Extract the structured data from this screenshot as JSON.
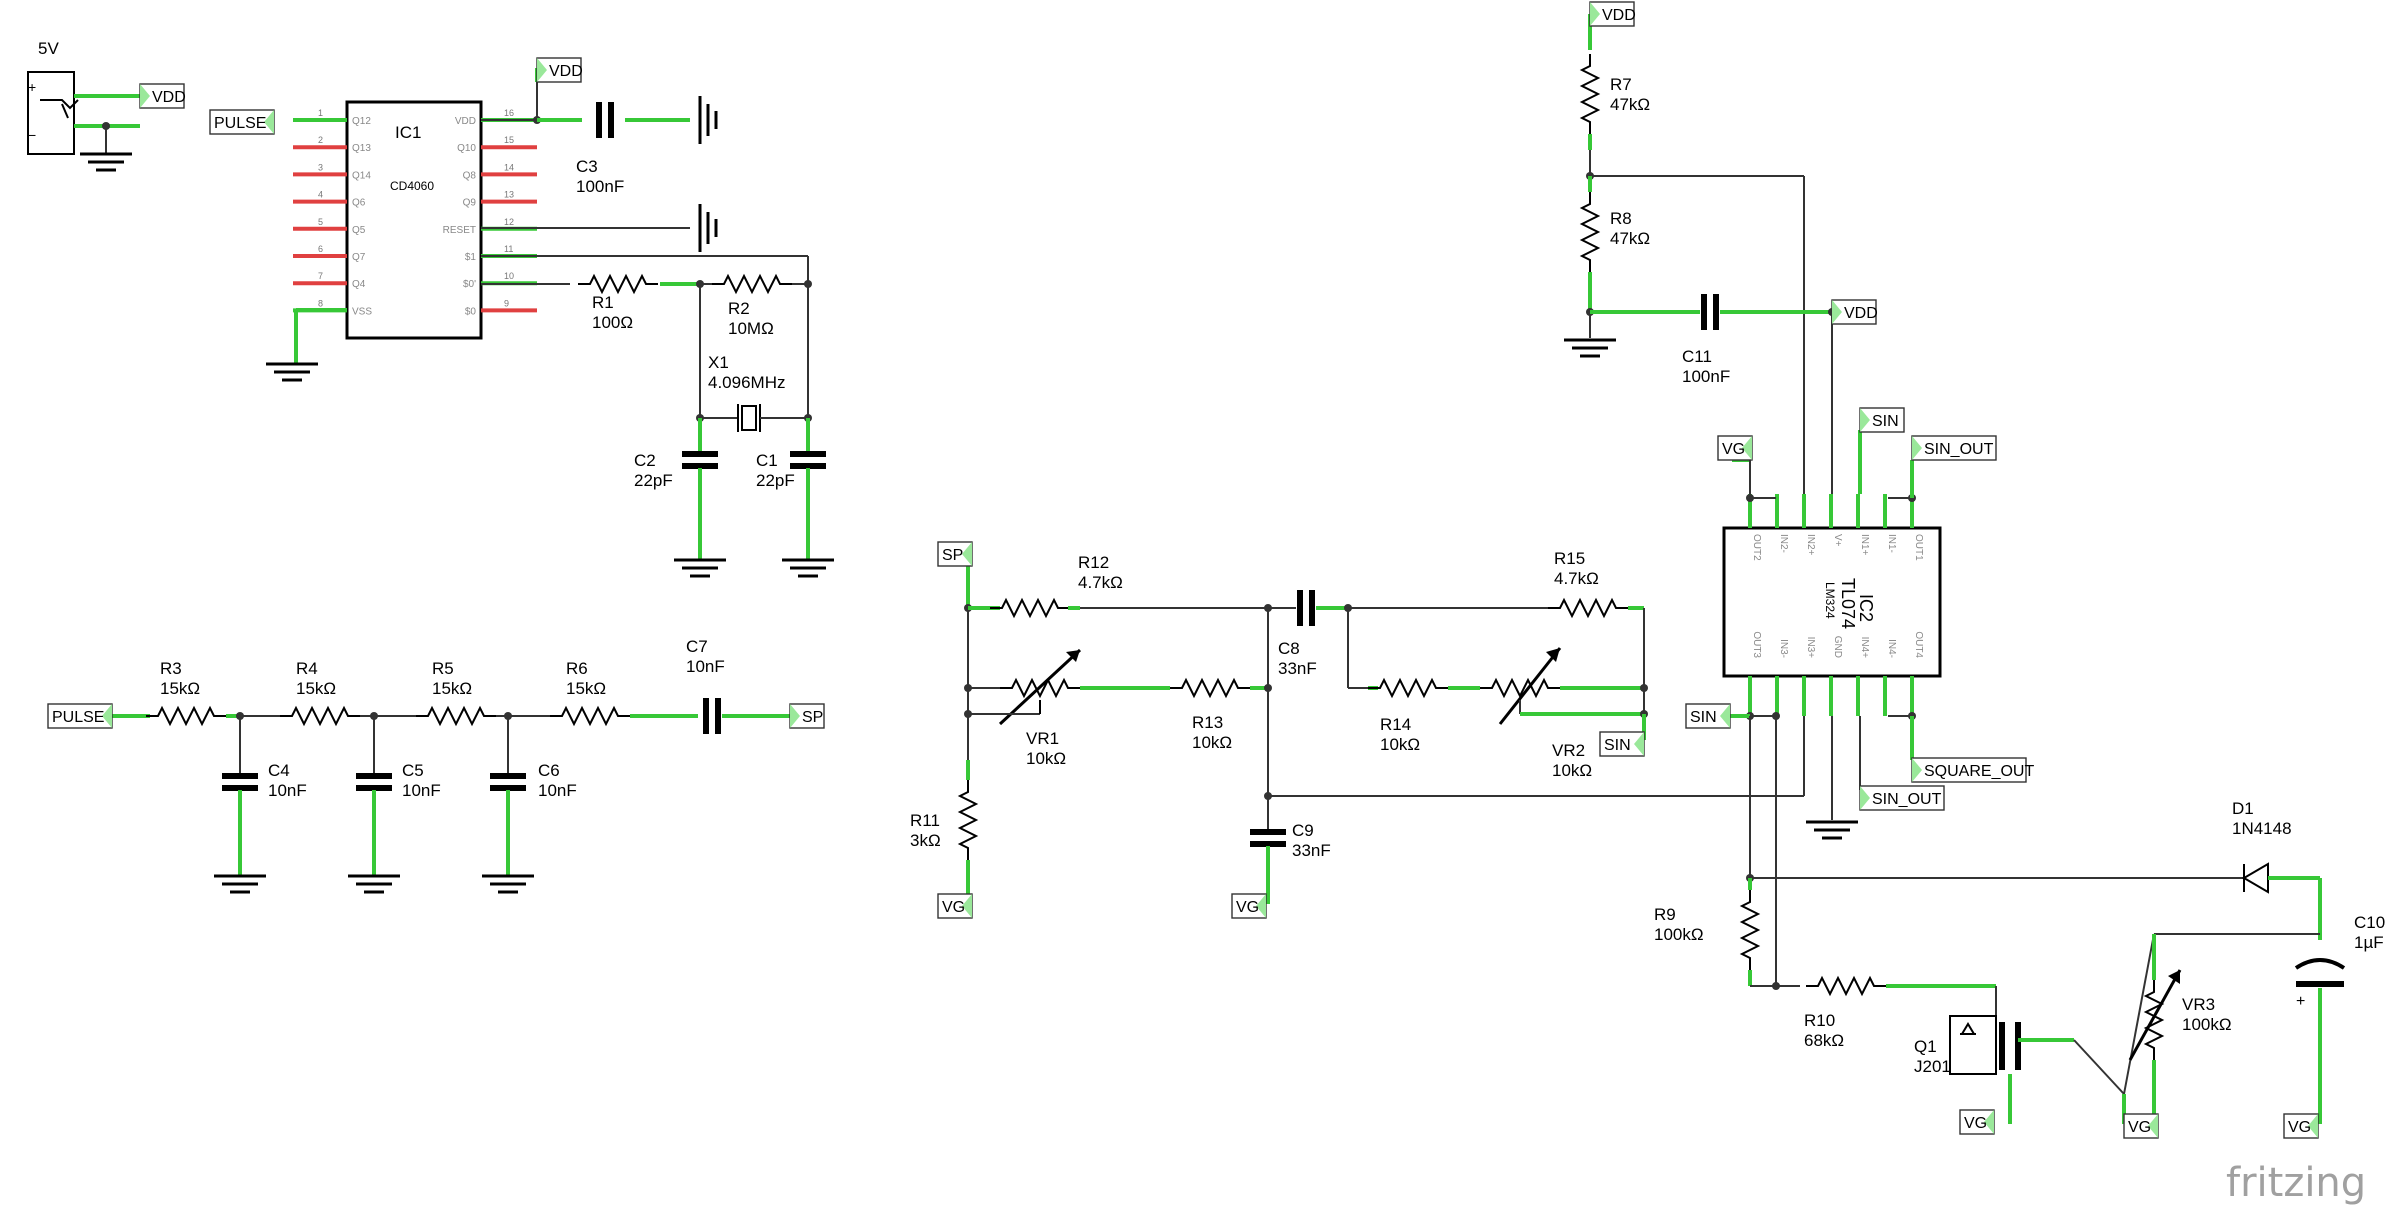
{
  "power_jack": {
    "label": "5V"
  },
  "net_tags": {
    "vdd": "VDD",
    "pulse": "PULSE",
    "sp": "SP",
    "vg": "VG",
    "sin": "SIN",
    "sin_out": "SIN_OUT",
    "square_out": "SQUARE_OUT"
  },
  "ic1": {
    "ref": "IC1",
    "part": "CD4060",
    "left_pins": [
      {
        "num": "1",
        "name": "Q12"
      },
      {
        "num": "2",
        "name": "Q13"
      },
      {
        "num": "3",
        "name": "Q14"
      },
      {
        "num": "4",
        "name": "Q6"
      },
      {
        "num": "5",
        "name": "Q5"
      },
      {
        "num": "6",
        "name": "Q7"
      },
      {
        "num": "7",
        "name": "Q4"
      },
      {
        "num": "8",
        "name": "VSS"
      }
    ],
    "right_pins": [
      {
        "num": "16",
        "name": "VDD"
      },
      {
        "num": "15",
        "name": "Q10"
      },
      {
        "num": "14",
        "name": "Q8"
      },
      {
        "num": "13",
        "name": "Q9"
      },
      {
        "num": "12",
        "name": "RESET"
      },
      {
        "num": "11",
        "name": "$1"
      },
      {
        "num": "10",
        "name": "$0'"
      },
      {
        "num": "9",
        "name": "$0"
      }
    ]
  },
  "ic2": {
    "ref": "IC2",
    "part": "TL074",
    "alt": "LM324",
    "top_pins": [
      "OUT2",
      "IN2-",
      "IN2+",
      "V+",
      "IN1+",
      "IN1-",
      "OUT1"
    ],
    "bottom_pins": [
      "OUT3",
      "IN3-",
      "IN3+",
      "GND",
      "IN4+",
      "IN4-",
      "OUT4"
    ]
  },
  "components": {
    "C3": {
      "ref": "C3",
      "value": "100nF"
    },
    "R1": {
      "ref": "R1",
      "value": "100Ω"
    },
    "R2": {
      "ref": "R2",
      "value": "10MΩ"
    },
    "X1": {
      "ref": "X1",
      "value": "4.096MHz"
    },
    "C1": {
      "ref": "C1",
      "value": "22pF"
    },
    "C2": {
      "ref": "C2",
      "value": "22pF"
    },
    "R3": {
      "ref": "R3",
      "value": "15kΩ"
    },
    "R4": {
      "ref": "R4",
      "value": "15kΩ"
    },
    "R5": {
      "ref": "R5",
      "value": "15kΩ"
    },
    "R6": {
      "ref": "R6",
      "value": "15kΩ"
    },
    "C4": {
      "ref": "C4",
      "value": "10nF"
    },
    "C5": {
      "ref": "C5",
      "value": "10nF"
    },
    "C6": {
      "ref": "C6",
      "value": "10nF"
    },
    "C7": {
      "ref": "C7",
      "value": "10nF"
    },
    "R12": {
      "ref": "R12",
      "value": "4.7kΩ"
    },
    "VR1": {
      "ref": "VR1",
      "value": "10kΩ"
    },
    "R13": {
      "ref": "R13",
      "value": "10kΩ"
    },
    "R11": {
      "ref": "R11",
      "value": "3kΩ"
    },
    "C8": {
      "ref": "C8",
      "value": "33nF"
    },
    "C9": {
      "ref": "C9",
      "value": "33nF"
    },
    "R15": {
      "ref": "R15",
      "value": "4.7kΩ"
    },
    "R14": {
      "ref": "R14",
      "value": "10kΩ"
    },
    "VR2": {
      "ref": "VR2",
      "value": "10kΩ"
    },
    "R7": {
      "ref": "R7",
      "value": "47kΩ"
    },
    "R8": {
      "ref": "R8",
      "value": "47kΩ"
    },
    "C11": {
      "ref": "C11",
      "value": "100nF"
    },
    "R9": {
      "ref": "R9",
      "value": "100kΩ"
    },
    "R10": {
      "ref": "R10",
      "value": "68kΩ"
    },
    "Q1": {
      "ref": "Q1",
      "value": "J201"
    },
    "VR3": {
      "ref": "VR3",
      "value": "100kΩ"
    },
    "D1": {
      "ref": "D1",
      "value": "1N4148"
    },
    "C10": {
      "ref": "C10",
      "value": "1µF"
    }
  },
  "branding": {
    "logo_text": "fritzing"
  }
}
